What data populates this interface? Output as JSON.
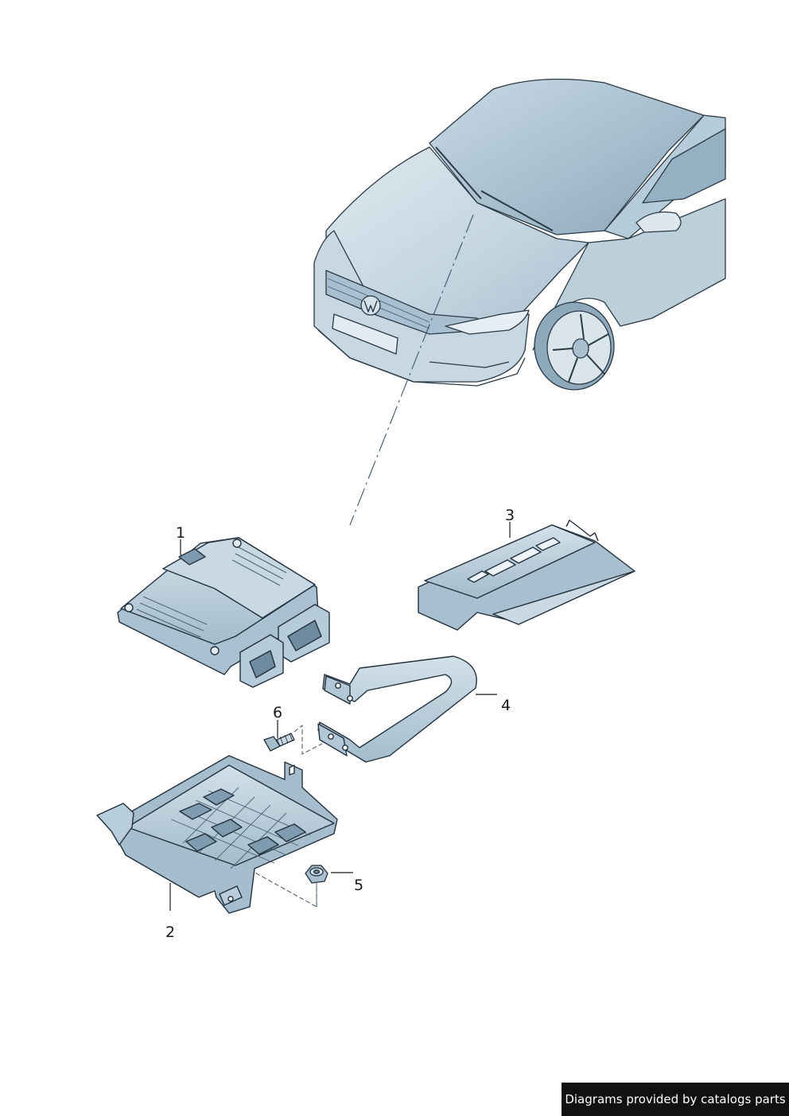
{
  "diagram": {
    "callouts": [
      {
        "id": "1",
        "label": "1"
      },
      {
        "id": "2",
        "label": "2"
      },
      {
        "id": "3",
        "label": "3"
      },
      {
        "id": "4",
        "label": "4"
      },
      {
        "id": "5",
        "label": "5"
      },
      {
        "id": "6",
        "label": "6"
      }
    ],
    "parts": [
      {
        "callout": "1",
        "icon": "control-unit-icon"
      },
      {
        "callout": "2",
        "icon": "mounting-bracket-icon"
      },
      {
        "callout": "3",
        "icon": "cover-plate-icon"
      },
      {
        "callout": "4",
        "icon": "retaining-strap-icon"
      },
      {
        "callout": "5",
        "icon": "hex-nut-icon"
      },
      {
        "callout": "6",
        "icon": "bolt-icon"
      }
    ],
    "vehicle_icon": "car-front-view-icon",
    "colors": {
      "part_fill": "#b9cfdc",
      "part_dark": "#7f9aae",
      "line": "#22313d",
      "banner": "#111111"
    }
  },
  "footer": {
    "credit": "Diagrams provided by catalogs parts"
  }
}
